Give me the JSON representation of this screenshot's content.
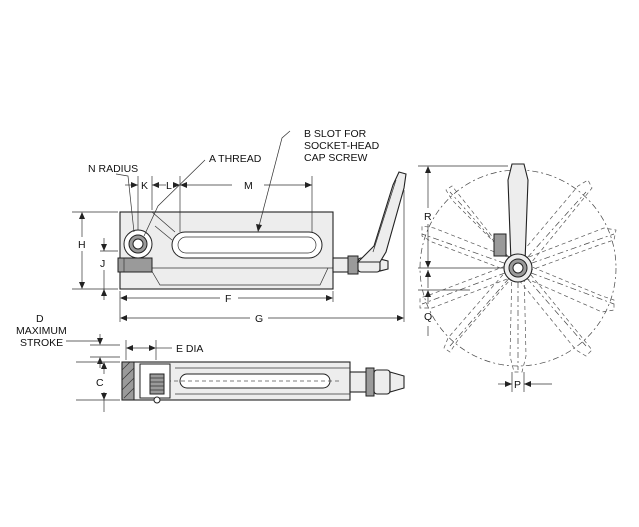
{
  "labels": {
    "b_slot_1": "B SLOT FOR",
    "b_slot_2": "SOCKET-HEAD",
    "b_slot_3": "CAP SCREW",
    "n_radius": "N RADIUS",
    "a_thread": "A THREAD",
    "k": "K",
    "l": "L",
    "m": "M",
    "h": "H",
    "j": "J",
    "f": "F",
    "g": "G",
    "r": "R",
    "q": "Q",
    "p": "P",
    "d_1": "D",
    "d_2": "MAXIMUM",
    "d_3": "STROKE",
    "e_dia": "E DIA",
    "c": "C"
  },
  "colors": {
    "line": "#222222",
    "part_fill": "#ededed",
    "shade": "#9a9a9a"
  }
}
